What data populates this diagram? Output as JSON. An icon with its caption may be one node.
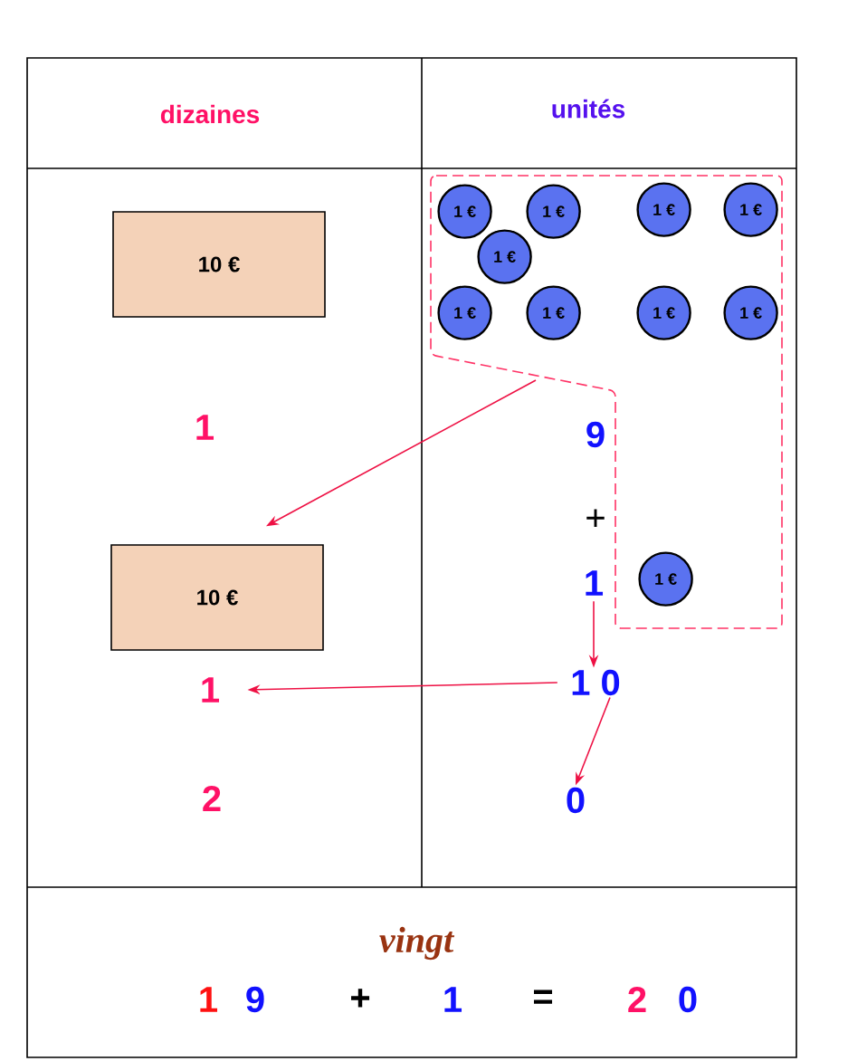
{
  "diagram": {
    "nodes": [
      {
        "text": [
          "10 €"
        ]
      },
      {
        "text": [],
        "shape": "box"
      },
      {
        "text": [
          "1 €"
        ],
        "in": 1
      },
      {
        "text": [
          "1 €"
        ],
        "in": 1
      },
      {
        "text": [
          "1 €"
        ],
        "in": 1
      },
      {
        "text": [
          "1 €"
        ],
        "in": 1
      },
      {
        "text": [
          "1 €"
        ],
        "in": 1
      },
      {
        "text": [
          "1 €"
        ],
        "in": 1
      },
      {
        "text": [
          "1 €"
        ],
        "in": 1
      },
      {
        "text": [
          "1 €"
        ],
        "in": 1
      },
      {
        "text": [
          "1 €"
        ],
        "in": 1
      },
      {
        "text": [
          "1 €"
        ],
        "in": 1
      },
      {
        "text": [
          "10 €"
        ]
      },
      {
        "text": [
          "1"
        ]
      },
      {
        "text": [
          "1"
        ]
      },
      {
        "text": [
          "1 0"
        ]
      },
      {
        "text": [
          "0"
        ]
      }
    ],
    "edges": [
      {
        "from": 1,
        "to": 12,
        "arrow": "to"
      },
      {
        "from": 13,
        "to": 15,
        "arrow": "to"
      },
      {
        "from": 15,
        "to": 14,
        "arrow": "to"
      },
      {
        "from": 15,
        "to": 16,
        "arrow": "to"
      }
    ],
    "labels": [
      "dizaines",
      "unités",
      "1",
      "9",
      "+",
      "2",
      "vingt",
      "1",
      "9",
      "+",
      "1",
      "=",
      "2",
      "0"
    ]
  }
}
